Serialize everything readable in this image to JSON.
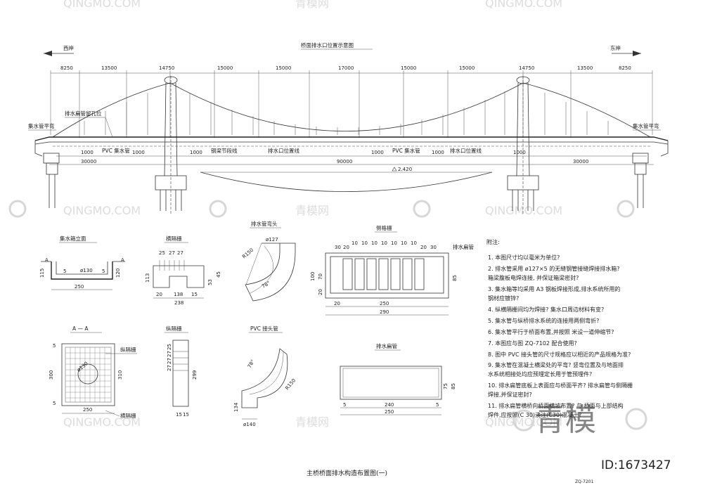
{
  "watermarks": {
    "repeat_latin": "QINGMO.COM",
    "repeat_cn": "青模网",
    "big_cn": "青模",
    "id_text": "ID:1673427"
  },
  "main_view": {
    "title": "桥面排水口位置示意图",
    "west_label": "西岸",
    "east_label": "东岸",
    "span_dims": [
      "8250",
      "13500",
      "14750",
      "15000",
      "15000",
      "17000",
      "15000",
      "15000",
      "14750",
      "13500",
      "8250"
    ],
    "span_30000_left": "30000",
    "span_90000": "90000",
    "span_30000_right": "30000",
    "small_1000": "1000",
    "water_level": "2.420",
    "labels": {
      "collector_pipe_left": "集水管平弯",
      "collector_pipe_right": "集水管平弯",
      "drain_pipe_hole": "排水扁管留孔位",
      "pvc_pipe_left": "PVC 集水管",
      "pvc_pipe_right": "PVC 集水管",
      "steel_beam_line": "钢梁节段线",
      "drain_outlet_line_left": "排水口位置线",
      "drain_outlet_line_right": "排水口位置线"
    }
  },
  "details": {
    "collector_box": {
      "title": "集水箱立面",
      "dims": [
        "5",
        "115",
        "250",
        "ø130",
        "120",
        "5"
      ],
      "section_mark": "A"
    },
    "transverse_grate": {
      "title": "横隔栅",
      "dims": [
        "25",
        "27",
        "27",
        "113",
        "138",
        "238",
        "20",
        "53",
        "45",
        "15"
      ]
    },
    "drain_elbow": {
      "title": "排水管弯头",
      "dims": [
        "ø127",
        "R150",
        "78°"
      ]
    },
    "side_grate": {
      "title": "侧格栅",
      "label": "排水扁管",
      "top_dims": [
        "30",
        "20",
        "10",
        "10",
        "10",
        "10",
        "10",
        "10",
        "10",
        "10",
        "20",
        "30"
      ],
      "bottom_dims": [
        "250",
        "290"
      ],
      "side_dims": [
        "100",
        "70",
        "20",
        "85",
        "20"
      ]
    },
    "section_aa": {
      "title": "A — A",
      "dims": [
        "5",
        "300",
        "ø130",
        "310",
        "250",
        "5"
      ],
      "labels": [
        "纵隔栅",
        "横隔栅"
      ]
    },
    "longitudinal_grate": {
      "title": "纵隔栅",
      "dims": [
        "25",
        "27",
        "27",
        "27",
        "299",
        "15",
        "15"
      ]
    },
    "pvc_elbow": {
      "title": "PVC 接头管",
      "dims": [
        "78°",
        "R150",
        "134",
        "ø140"
      ]
    },
    "flat_pipe": {
      "title": "排水扁管",
      "dims": [
        "5",
        "240",
        "250",
        "5",
        "75",
        "85"
      ]
    }
  },
  "notes": {
    "header": "附注:",
    "items": [
      "1.  本图尺寸均以毫米为单位?",
      "2.  排水管采用    ø127×5            的无缝钢管接缝焊接排水箱?",
      "     箱梁腹板电焊连接,    并保证箱梁密封?",
      "3.  集水箱等均采用    A3   钢板焊接形成,排水系统所用的",
      "     钢材应镀锌?",
      "4.  纵横隔栅间均为焊接? 集水口周边材料有变?",
      "5.  集水管与纵桥排水系统的连接用两侧弯折?",
      "6.  集水管平行于桥面布置,并按照         米设一道伸缩节?",
      "7.  本图应与图     ZQ-7102         配合使用?",
      "8.  图中  PVC        接头管的尺寸规格应以相近的产品规格为准?",
      "9.  集水管在混凝土横梁处的平弯? 竖弯位置及与地面排",
      "     水系统相接处均应预埋定长用于管预埋件?",
      "10. 排水扁管底板上表面应与桥面平齐? 排水扁管与侧隔栅",
      "     焊接,并保证密封?",
      "11. 排水扁管横桥向桥面横坡布置? 与         桥面与上部结构",
      "     焊件,应按照(C     30)浇注(C30)混凝土?"
    ]
  },
  "footer": {
    "drawing_title": "主桥桥面排水构造布置图(一)",
    "drawing_no": "ZQ-7201"
  }
}
